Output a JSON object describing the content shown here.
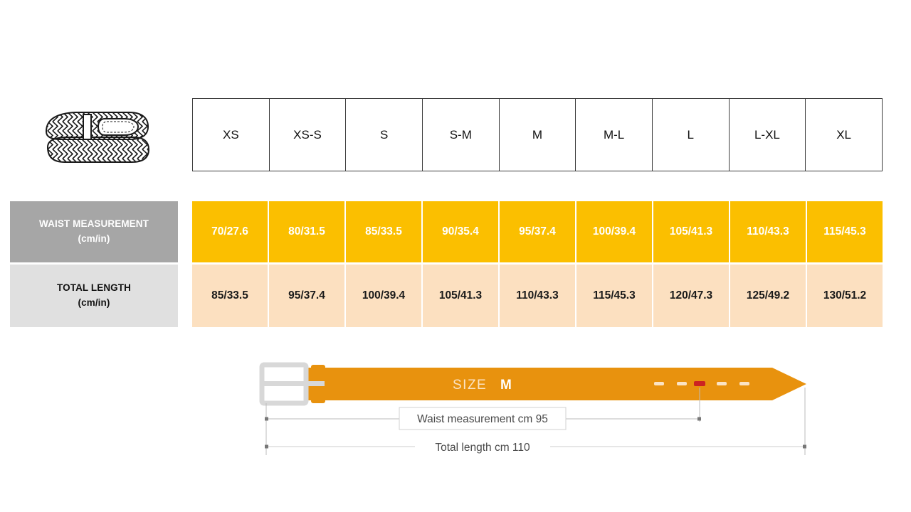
{
  "product_icon": {
    "name": "braided-belt-illustration"
  },
  "size_table": {
    "sizes": [
      "XS",
      "XS-S",
      "S",
      "S-M",
      "M",
      "M-L",
      "L",
      "L-XL",
      "XL"
    ]
  },
  "rows": [
    {
      "label_line1": "WAIST MEASUREMENT",
      "label_line2": "(cm/in)",
      "values": [
        "70/27.6",
        "80/31.5",
        "85/33.5",
        "90/35.4",
        "95/37.4",
        "100/39.4",
        "105/41.3",
        "110/43.3",
        "115/45.3"
      ]
    },
    {
      "label_line1": "TOTAL LENGTH",
      "label_line2": "(cm/in)",
      "values": [
        "85/33.5",
        "95/37.4",
        "100/39.4",
        "105/41.3",
        "110/43.3",
        "115/45.3",
        "120/47.3",
        "125/49.2",
        "130/51.2"
      ]
    }
  ],
  "diagram": {
    "size_label": "SIZE",
    "size_value": "M",
    "waist_dimension": "Waist measurement cm 95",
    "total_dimension": "Total length cm 110",
    "holes_count": 5,
    "active_hole_index": 2
  },
  "colors": {
    "table_orange": "#fbbf00",
    "table_peach": "#fce0c0",
    "label_gray_dark": "#a6a6a6",
    "label_gray_light": "#e0e0e0",
    "belt_orange": "#e8920e",
    "buckle_gray": "#d8d8d8",
    "active_hole_red": "#cc2222"
  }
}
